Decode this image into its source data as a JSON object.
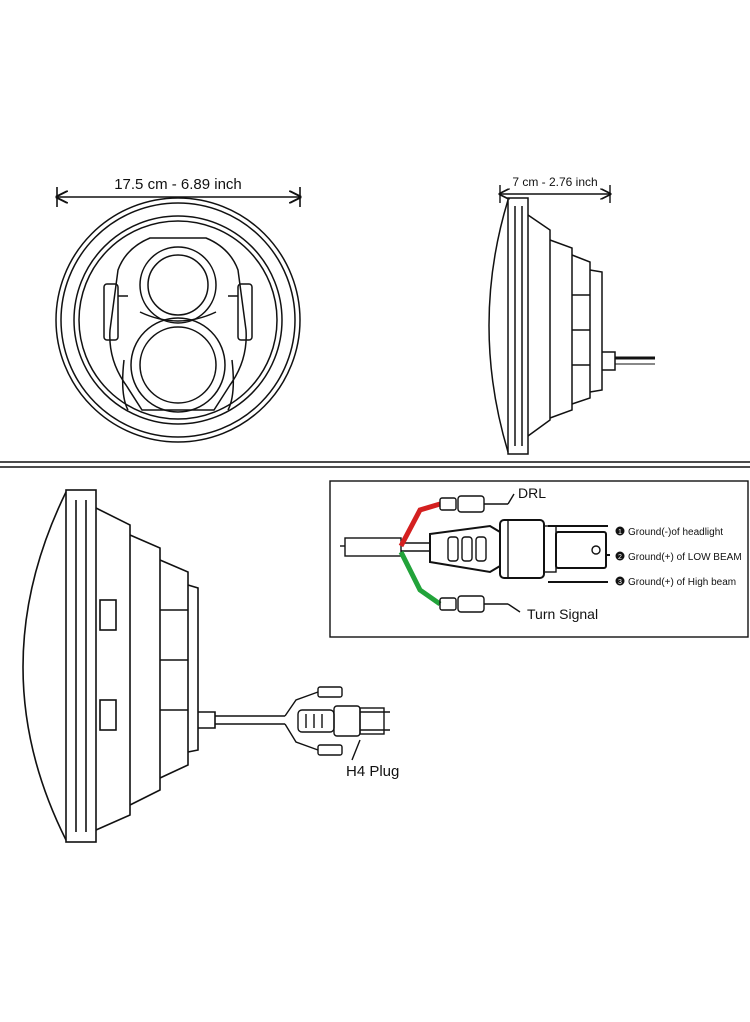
{
  "front_view": {
    "dimension_label": "17.5 cm - 6.89 inch"
  },
  "side_view": {
    "dimension_label": "7 cm - 2.76 inch"
  },
  "detail_view": {
    "plug_label": "H4 Plug"
  },
  "wiring": {
    "drl_label": "DRL",
    "turn_signal_label": "Turn Signal",
    "wire_colors": {
      "drl": "#d42020",
      "turn_signal": "#22a33a",
      "main": "#111111"
    },
    "legend": [
      {
        "marker": "1",
        "text": "Ground(-)of headlight"
      },
      {
        "marker": "2",
        "text": "Ground(+) of LOW BEAM"
      },
      {
        "marker": "3",
        "text": "Ground(+) of High beam"
      }
    ]
  }
}
